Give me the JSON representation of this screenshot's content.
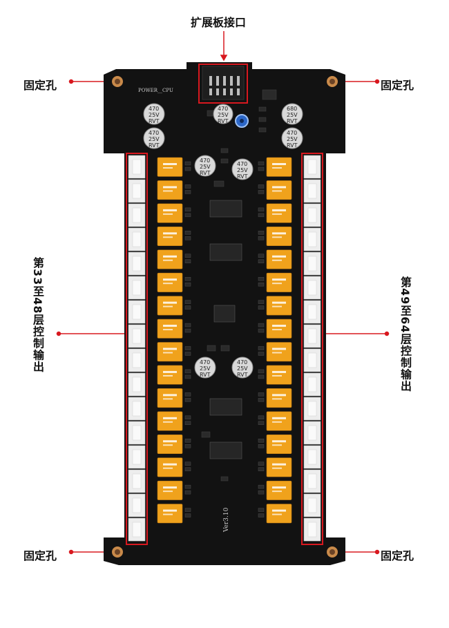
{
  "labels": {
    "top": "扩展板接口",
    "hole_tl": "固定孔",
    "hole_tr": "固定孔",
    "hole_bl": "固定孔",
    "hole_br": "固定孔",
    "left_side": "第33至48层控制输出",
    "right_side": "第49至64层控制输出"
  },
  "silkscreen": {
    "power_cpu": "POWER__CPU",
    "version": "Ver3.10"
  },
  "capacitors": {
    "big": [
      "470",
      "25V",
      "RVT"
    ],
    "mid": [
      "470",
      "25V",
      "RVT"
    ],
    "alt": [
      "680",
      "25V",
      "RVT"
    ]
  },
  "colors": {
    "board": "#121212",
    "relay": "#f0a21c",
    "relay_label": "#ffffff",
    "accent_line": "#d8181f",
    "hole_ring": "#c98a4a",
    "connector": "#ededed"
  },
  "relay_count_per_column": 16
}
